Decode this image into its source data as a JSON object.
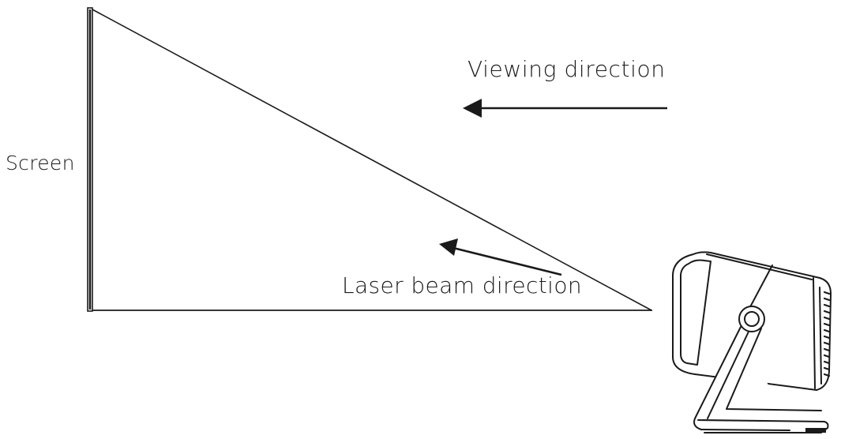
{
  "labels": {
    "screen": "Screen",
    "viewing_direction": "Viewing direction",
    "laser_beam_direction": "Laser beam direction"
  },
  "colors": {
    "line": "#1a1a1a",
    "background": "#ffffff"
  },
  "icons": {
    "projector": "projector-icon",
    "viewing_arrow": "arrow-left-icon",
    "laser_arrow": "arrow-up-left-icon"
  }
}
